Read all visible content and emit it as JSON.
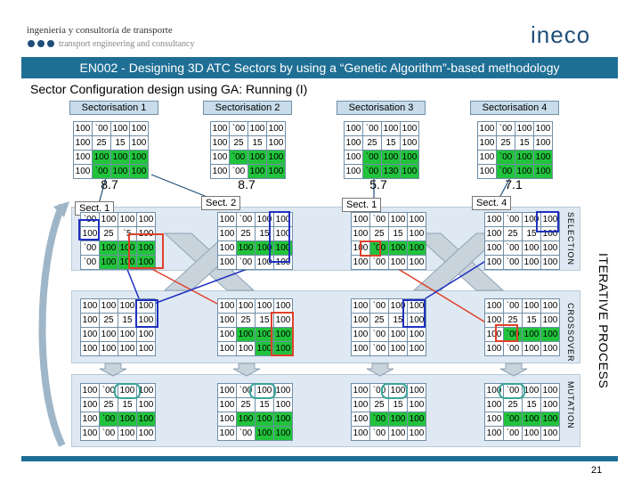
{
  "header": {
    "tagline_es": "ingeniería y consultoría de transporte",
    "tagline_en": "transport engineering and consultancy",
    "logo": "ineco",
    "title": "EN002 - Designing 3D ATC Sectors by using a “Genetic Algorithm”-based methodology",
    "subtitle": "Sector Configuration design using GA: Running (I)"
  },
  "colors": {
    "band": "#1f6f95",
    "green": "#22c33c",
    "blue_box": "#1f2fbf",
    "red_box": "#e0402a",
    "teal_box": "#3aa59a"
  },
  "sectorisations": [
    {
      "label": "Sectorisation 1",
      "fitness": "8.7"
    },
    {
      "label": "Sectorisation 2",
      "fitness": "8.7"
    },
    {
      "label": "Sectorisation 3",
      "fitness": "5.7"
    },
    {
      "label": "Sectorisation 4",
      "fitness": "7.1"
    }
  ],
  "sect_labels": [
    "Sect. 1",
    "Sect. 2",
    "Sect. 1",
    "Sect. 4"
  ],
  "stage_labels": {
    "selection": "SELECTION",
    "crossover": "CROSSOVER",
    "mutation": "MUTATION",
    "iterative": "ITERATIVE PROCESS"
  },
  "page_number": "21",
  "population": [
    [
      [
        "100",
        "`00",
        "100",
        "100"
      ],
      [
        "100",
        "25",
        "15",
        "100"
      ],
      [
        "100",
        "100",
        "100",
        "100"
      ],
      [
        "100",
        "`00",
        "100",
        "100"
      ]
    ],
    [
      [
        "100",
        "`00",
        "100",
        "100"
      ],
      [
        "100",
        "25",
        "15",
        "100"
      ],
      [
        "100",
        "`00",
        "100",
        "100"
      ],
      [
        "100",
        "`00",
        "100",
        "100"
      ]
    ],
    [
      [
        "100",
        "`00",
        "100",
        "100"
      ],
      [
        "100",
        "25",
        "15",
        "100"
      ],
      [
        "100",
        "`00",
        "100",
        "100"
      ],
      [
        "100",
        "`00",
        "130",
        "100"
      ]
    ],
    [
      [
        "100",
        "`00",
        "100",
        "100"
      ],
      [
        "100",
        "25",
        "15",
        "100"
      ],
      [
        "100",
        "`00",
        "100",
        "100"
      ],
      [
        "100",
        "`00",
        "100",
        "100"
      ]
    ]
  ],
  "selection": [
    [
      [
        "`00",
        "100",
        "100",
        "100"
      ],
      [
        "100",
        "25",
        "`5",
        "100"
      ],
      [
        "`00",
        "100",
        "100",
        "100"
      ],
      [
        "`00",
        "100",
        "100",
        "100"
      ]
    ],
    [
      [
        "100",
        "`00",
        "100",
        "100"
      ],
      [
        "100",
        "25",
        "15",
        "100"
      ],
      [
        "100",
        "100",
        "100",
        "100"
      ],
      [
        "100",
        "`00",
        "100",
        "100"
      ]
    ],
    [
      [
        "100",
        "`00",
        "100",
        "100"
      ],
      [
        "100",
        "25",
        "15",
        "100"
      ],
      [
        "100",
        "`00",
        "100",
        "100"
      ],
      [
        "100",
        "`00",
        "100",
        "100"
      ]
    ],
    [
      [
        "100",
        "`00",
        "100",
        "100"
      ],
      [
        "100",
        "25",
        "15",
        "100"
      ],
      [
        "100",
        "`00",
        "100",
        "100"
      ],
      [
        "100",
        "`00",
        "100",
        "100"
      ]
    ]
  ],
  "crossover": [
    [
      [
        "100",
        "100",
        "100",
        "100"
      ],
      [
        "100",
        "25",
        "15",
        "100"
      ],
      [
        "100",
        "100",
        "100",
        "100"
      ],
      [
        "100",
        "100",
        "100",
        "100"
      ]
    ],
    [
      [
        "100",
        "100",
        "100",
        "100"
      ],
      [
        "100",
        "25",
        "15",
        "100"
      ],
      [
        "100",
        "100",
        "100",
        "100"
      ],
      [
        "100",
        "100",
        "100",
        "100"
      ]
    ],
    [
      [
        "100",
        "`00",
        "100",
        "100"
      ],
      [
        "100",
        "25",
        "15",
        "100"
      ],
      [
        "100",
        "`00",
        "100",
        "100"
      ],
      [
        "100",
        "`00",
        "100",
        "100"
      ]
    ],
    [
      [
        "100",
        "`00",
        "100",
        "100"
      ],
      [
        "100",
        "25",
        "15",
        "100"
      ],
      [
        "100",
        "`00",
        "100",
        "100"
      ],
      [
        "100",
        "`00",
        "100",
        "100"
      ]
    ]
  ],
  "mutation": [
    [
      [
        "100",
        "`00",
        "100",
        "100"
      ],
      [
        "100",
        "25",
        "15",
        "100"
      ],
      [
        "100",
        "`00",
        "100",
        "100"
      ],
      [
        "100",
        "`00",
        "100",
        "100"
      ]
    ],
    [
      [
        "100",
        "`00",
        "100",
        "100"
      ],
      [
        "100",
        "25",
        "15",
        "100"
      ],
      [
        "100",
        "100",
        "100",
        "100"
      ],
      [
        "100",
        "`00",
        "100",
        "100"
      ]
    ],
    [
      [
        "100",
        "`00",
        "100",
        "100"
      ],
      [
        "100",
        "25",
        "15",
        "100"
      ],
      [
        "100",
        "`00",
        "100",
        "100"
      ],
      [
        "100",
        "`00",
        "100",
        "100"
      ]
    ],
    [
      [
        "100",
        "`00",
        "100",
        "100"
      ],
      [
        "100",
        "25",
        "15",
        "100"
      ],
      [
        "100",
        "`00",
        "100",
        "100"
      ],
      [
        "100",
        "`00",
        "100",
        "100"
      ]
    ]
  ],
  "green_masks": {
    "population": [
      [
        [
          0,
          0,
          0,
          0
        ],
        [
          0,
          0,
          0,
          0
        ],
        [
          0,
          1,
          1,
          1
        ],
        [
          0,
          1,
          1,
          1
        ]
      ],
      [
        [
          0,
          0,
          0,
          0
        ],
        [
          0,
          0,
          0,
          0
        ],
        [
          0,
          1,
          1,
          1
        ],
        [
          0,
          0,
          1,
          1
        ]
      ],
      [
        [
          0,
          0,
          0,
          0
        ],
        [
          0,
          0,
          0,
          0
        ],
        [
          0,
          1,
          1,
          1
        ],
        [
          0,
          1,
          1,
          1
        ]
      ],
      [
        [
          0,
          0,
          0,
          0
        ],
        [
          0,
          0,
          0,
          0
        ],
        [
          0,
          1,
          1,
          1
        ],
        [
          0,
          1,
          1,
          1
        ]
      ]
    ],
    "selection": [
      [
        [
          0,
          0,
          0,
          0
        ],
        [
          0,
          0,
          0,
          0
        ],
        [
          0,
          1,
          1,
          1
        ],
        [
          0,
          1,
          1,
          1
        ]
      ],
      [
        [
          0,
          0,
          0,
          0
        ],
        [
          0,
          0,
          0,
          0
        ],
        [
          0,
          1,
          1,
          1
        ],
        [
          0,
          0,
          0,
          0
        ]
      ],
      [
        [
          0,
          0,
          0,
          0
        ],
        [
          0,
          0,
          0,
          0
        ],
        [
          0,
          1,
          1,
          1
        ],
        [
          0,
          0,
          0,
          0
        ]
      ],
      [
        [
          0,
          0,
          0,
          0
        ],
        [
          0,
          0,
          0,
          0
        ],
        [
          0,
          0,
          0,
          0
        ],
        [
          0,
          0,
          0,
          0
        ]
      ]
    ],
    "crossover": [
      [
        [
          0,
          0,
          0,
          0
        ],
        [
          0,
          0,
          0,
          0
        ],
        [
          0,
          0,
          0,
          0
        ],
        [
          0,
          0,
          0,
          0
        ]
      ],
      [
        [
          0,
          0,
          0,
          0
        ],
        [
          0,
          0,
          0,
          0
        ],
        [
          0,
          1,
          1,
          1
        ],
        [
          0,
          0,
          1,
          1
        ]
      ],
      [
        [
          0,
          0,
          0,
          0
        ],
        [
          0,
          0,
          0,
          0
        ],
        [
          0,
          0,
          0,
          0
        ],
        [
          0,
          0,
          0,
          0
        ]
      ],
      [
        [
          0,
          0,
          0,
          0
        ],
        [
          0,
          0,
          0,
          0
        ],
        [
          0,
          1,
          1,
          1
        ],
        [
          0,
          0,
          0,
          0
        ]
      ]
    ],
    "mutation": [
      [
        [
          0,
          0,
          0,
          0
        ],
        [
          0,
          0,
          0,
          0
        ],
        [
          0,
          1,
          1,
          1
        ],
        [
          0,
          0,
          0,
          0
        ]
      ],
      [
        [
          0,
          0,
          0,
          0
        ],
        [
          0,
          0,
          0,
          0
        ],
        [
          0,
          1,
          1,
          1
        ],
        [
          0,
          0,
          1,
          1
        ]
      ],
      [
        [
          0,
          0,
          0,
          0
        ],
        [
          0,
          0,
          0,
          0
        ],
        [
          0,
          1,
          1,
          1
        ],
        [
          0,
          0,
          0,
          0
        ]
      ],
      [
        [
          0,
          0,
          0,
          0
        ],
        [
          0,
          0,
          0,
          0
        ],
        [
          0,
          1,
          1,
          1
        ],
        [
          0,
          0,
          0,
          0
        ]
      ]
    ]
  }
}
